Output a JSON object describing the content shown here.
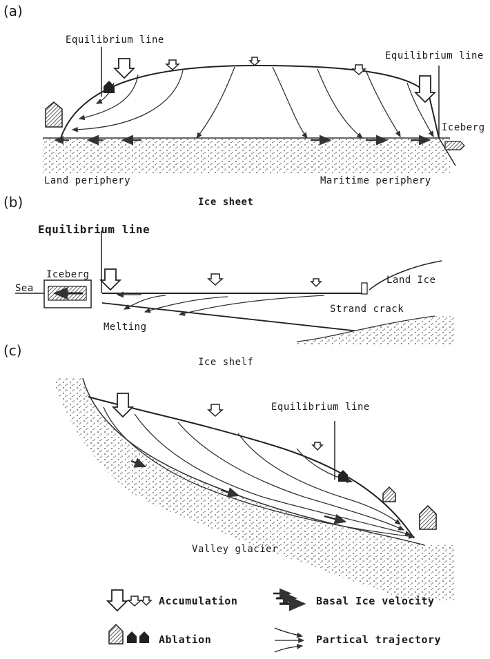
{
  "panels": {
    "a": {
      "tag": "(a)",
      "eq_left": "Equilibrium line",
      "eq_right": "Equilibrium line",
      "iceberg": "Iceberg",
      "land_periphery": "Land periphery",
      "maritime_periphery": "Maritime periphery",
      "caption": "Ice sheet"
    },
    "b": {
      "tag": "(b)",
      "eq": "Equilibrium line",
      "iceberg": "Iceberg",
      "sea": "Sea",
      "land_ice": "Land Ice",
      "strand_crack": "Strand crack",
      "melting": "Melting",
      "caption": "Ice shelf"
    },
    "c": {
      "tag": "(c)",
      "eq": "Equilibrium line",
      "caption": "Valley glacier"
    }
  },
  "legend": {
    "accumulation": "Accumulation",
    "ablation": "Ablation",
    "basal": "Basal Ice velocity",
    "trajectory": "Partical trajectory"
  }
}
